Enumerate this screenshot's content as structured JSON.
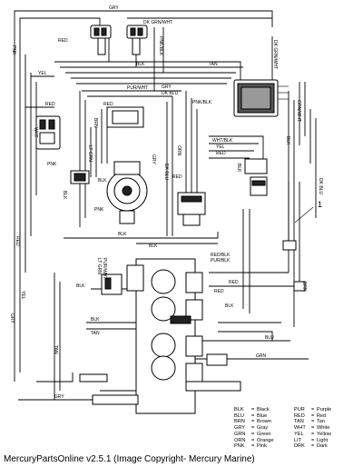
{
  "wire_labels": {
    "gry_top": "GRY",
    "dk_grn_wht": "DK GRN/WHT",
    "pnk_left": "PNK",
    "red_top": "RED",
    "pnk_blk": "PNK/BLK",
    "dk_grn_wht_right": "DK GRN/WHT",
    "blk_mid": "BLK",
    "tan_mid": "TAN",
    "yel_left": "YEL",
    "pur_wht": "PUR/WHT",
    "gry_mid": "GRY",
    "dk_blu": "DK BLU",
    "red_left": "RED",
    "red_left2": "RED",
    "wht": "WHT",
    "pnk_blk2": "PNK/BLK",
    "grn_wht_right": "GRN/WHT",
    "blk_right": "BLK",
    "wht_blk": "WHT/BLK",
    "yel_right": "YEL",
    "red_right": "RED",
    "pnk_low": "PNK",
    "lt_grn": "LT GRN",
    "gry_v": "GRY",
    "dk_blu_v": "DK BLU",
    "orn": "ORN",
    "red_mid": "RED",
    "blk_right2": "BLK",
    "dk_blu_right": "DK BLU",
    "red_far_left": "RED",
    "blk_center": "BLK",
    "lt_grn_low": "LT GRN",
    "pur_wht_low": "PUR/WHT",
    "red_blk": "RED/BLK",
    "pur_blk": "PUR/BLK",
    "red_low": "RED",
    "blk_tan_low": "BLK",
    "tan_low": "TAN",
    "yel_far_left": "YEL",
    "gry_far_left": "GRY",
    "blu": "BLU",
    "grn": "GRN",
    "gry_bottom": "GRY",
    "blk_left_low": "BLK",
    "tan_far_left": "TAN",
    "brn": "BRN",
    "blk_low": "BLK",
    "red_right_low": "RED",
    "brn_right": "BRN",
    "blk_mod": "BLK",
    "pnk_mod": "PNK",
    "blk_vert": "BLK",
    "blk_vert2": "BLK"
  },
  "callout": "1",
  "legend": [
    {
      "code": "BLK",
      "color": "Black"
    },
    {
      "code": "BLU",
      "color": "Blue"
    },
    {
      "code": "BRN",
      "color": "Brown"
    },
    {
      "code": "GRY",
      "color": "Gray"
    },
    {
      "code": "GRN",
      "color": "Green"
    },
    {
      "code": "ORN",
      "color": "Orange"
    },
    {
      "code": "PNK",
      "color": "Pink"
    },
    {
      "code": "PUR",
      "color": "Purple"
    },
    {
      "code": "RED",
      "color": "Red"
    },
    {
      "code": "TAN",
      "color": "Tan"
    },
    {
      "code": "WHT",
      "color": "White"
    },
    {
      "code": "YEL",
      "color": "Yellow"
    },
    {
      "code": "LIT",
      "color": "Light"
    },
    {
      "code": "DRK",
      "color": "Dark"
    }
  ],
  "legend_separator": "=",
  "footer": "MercuryPartsOnline v2.5.1 (Image Copyright- Mercury Marine)"
}
